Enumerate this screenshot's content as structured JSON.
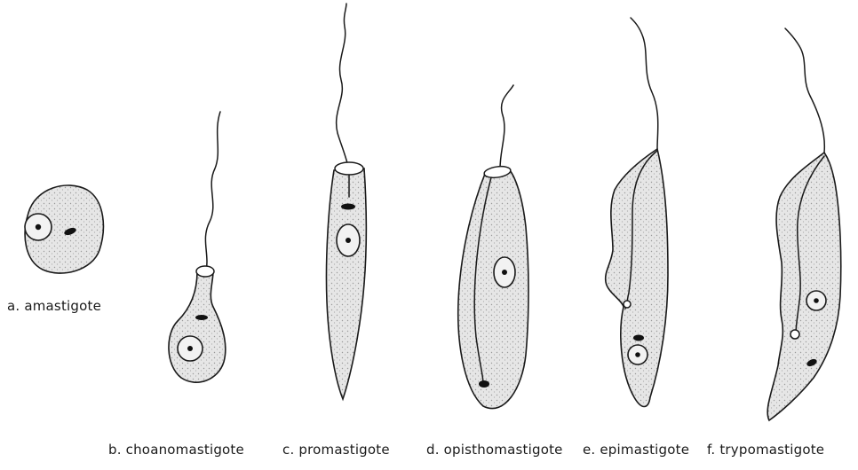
{
  "forms": [
    {
      "key": "a",
      "label": "a. amastigote"
    },
    {
      "key": "b",
      "label": "b. choanomastigote"
    },
    {
      "key": "c",
      "label": "c. promastigote"
    },
    {
      "key": "d",
      "label": "d. opisthomastigote"
    },
    {
      "key": "e",
      "label": "e. epimastigote"
    },
    {
      "key": "f",
      "label": "f. trypomastigote"
    }
  ]
}
